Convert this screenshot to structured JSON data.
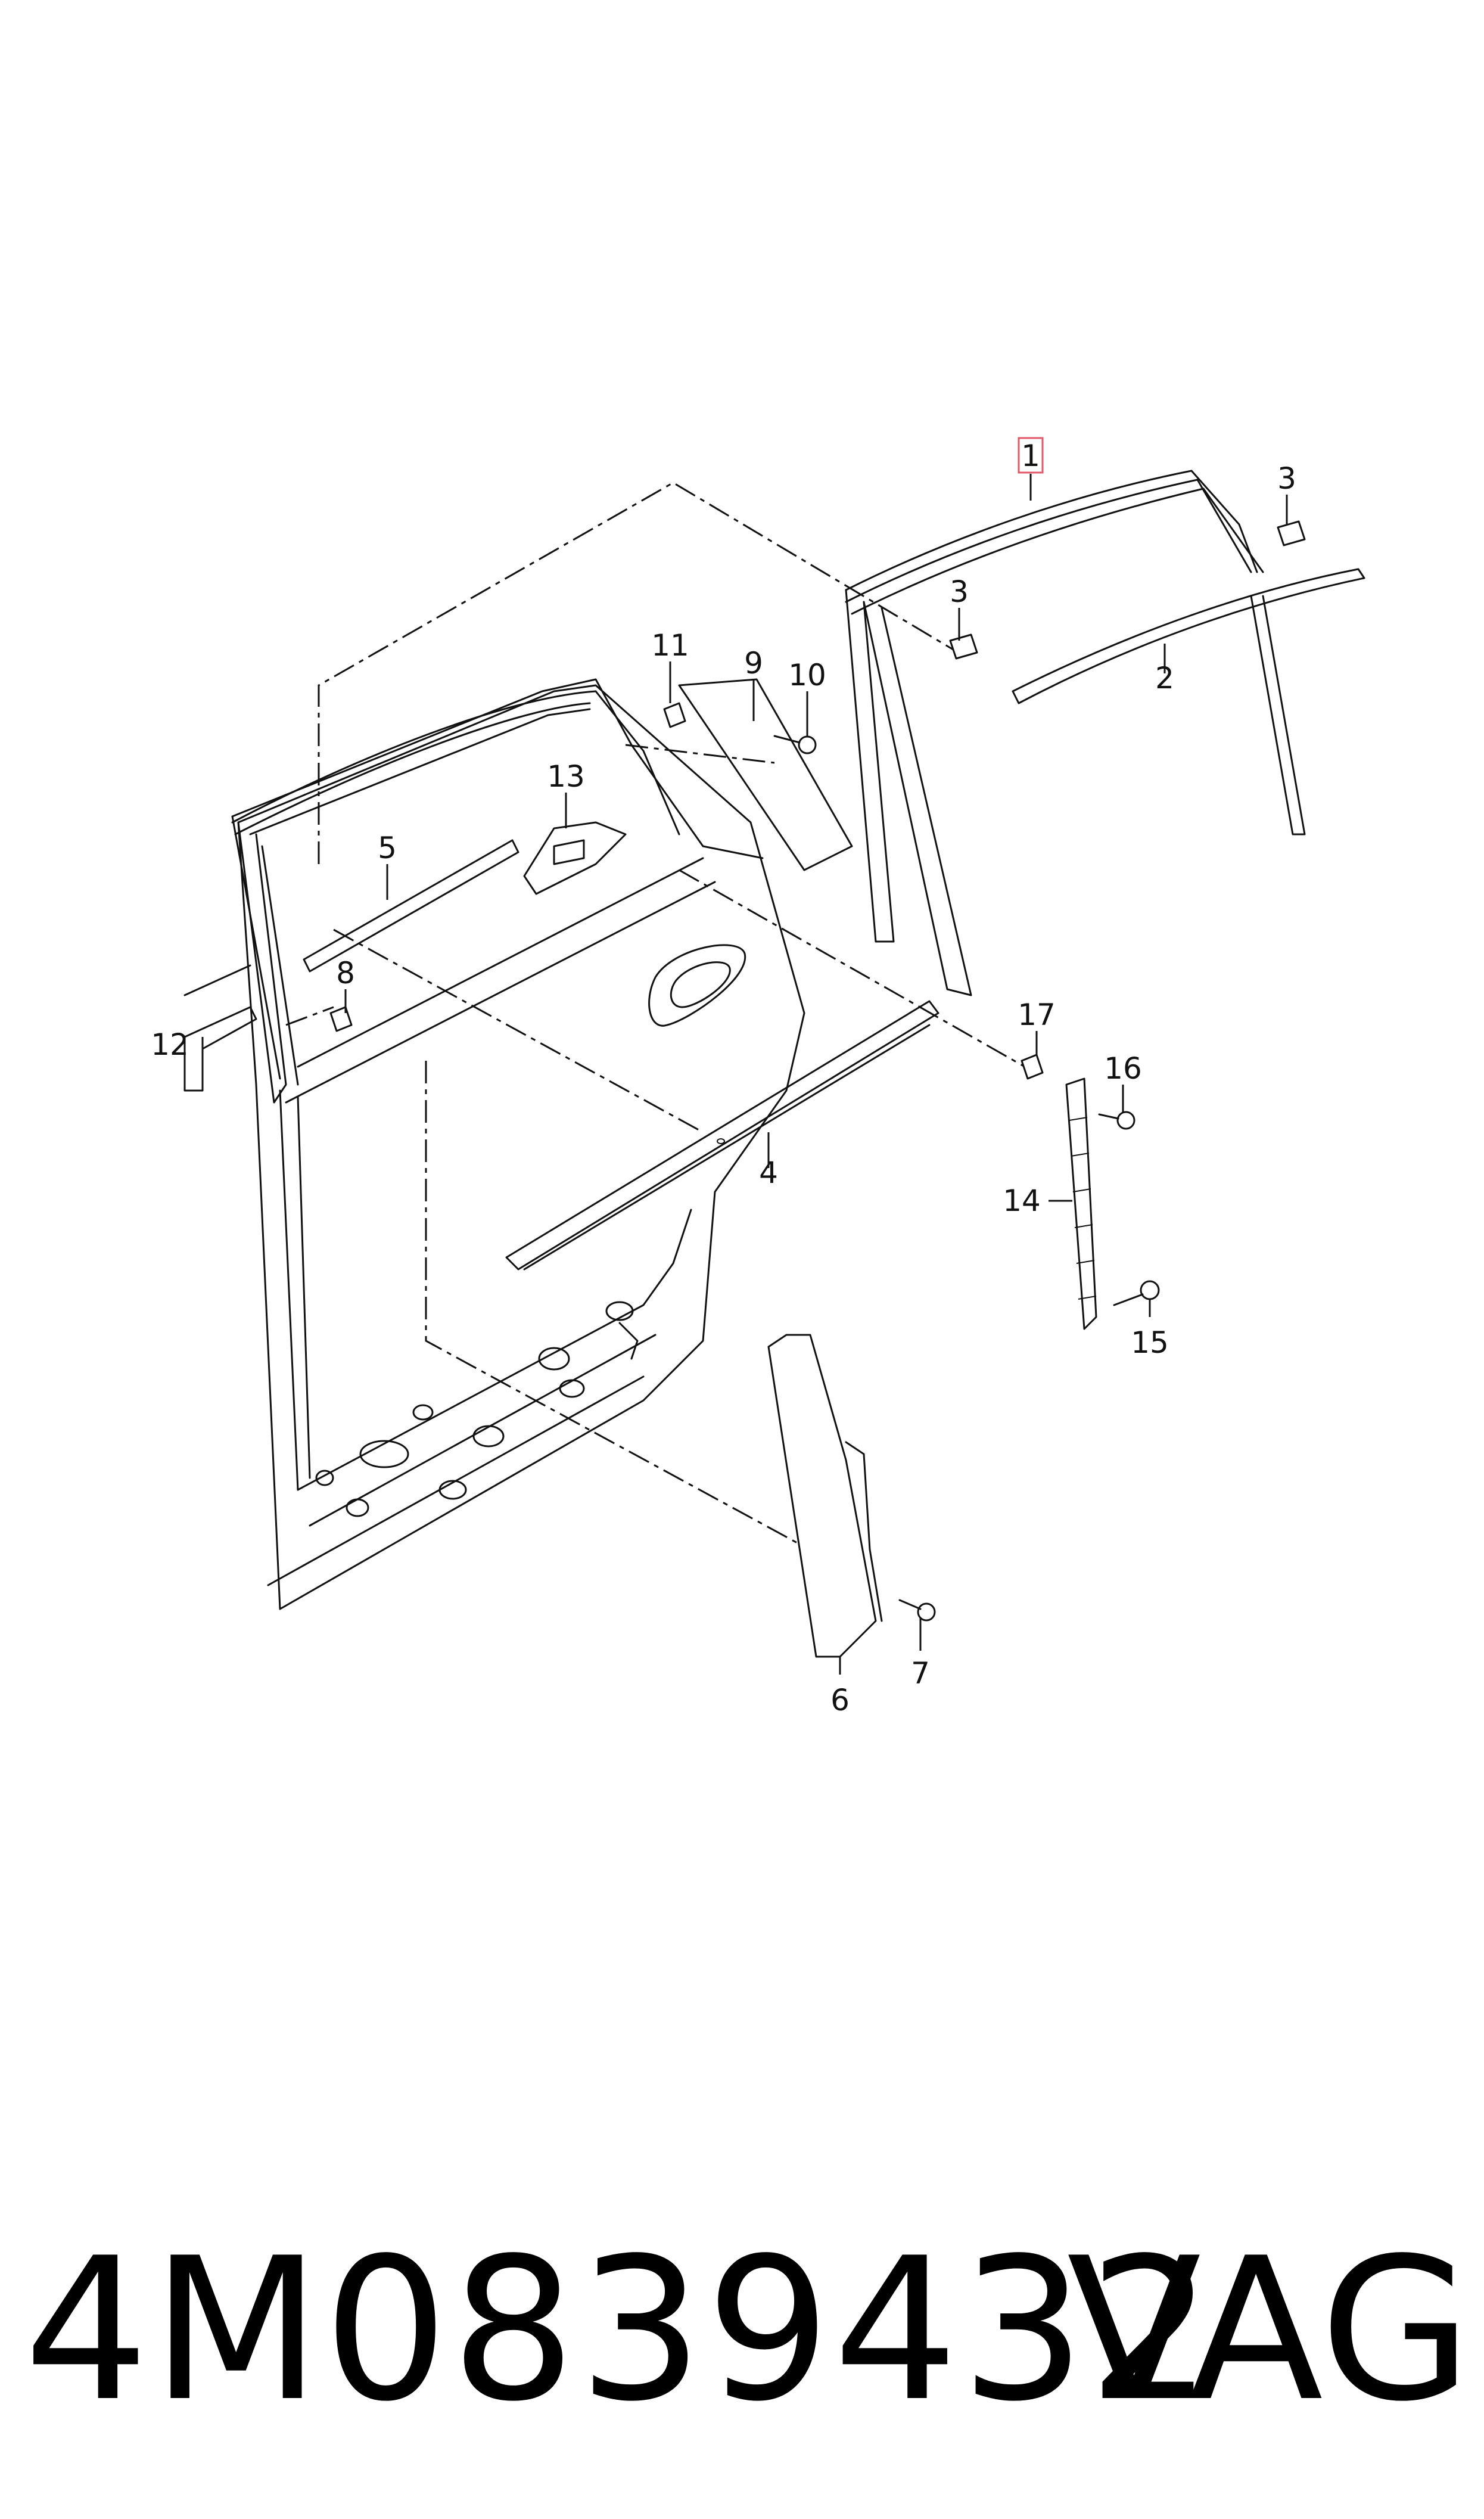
{
  "callouts": {
    "c1": "1",
    "c2": "2",
    "c3a": "3",
    "c3b": "3",
    "c4": "4",
    "c5": "5",
    "c6": "6",
    "c7": "7",
    "c8": "8",
    "c9": "9",
    "c10": "10",
    "c11": "11",
    "c12": "12",
    "c13": "13",
    "c14": "14",
    "c15": "15",
    "c16": "16",
    "c17": "17"
  },
  "highlighted_callout": "1",
  "colors": {
    "line": "#111111",
    "highlight": "#e05a6a",
    "background": "#ffffff"
  },
  "footer": {
    "part_number": "4M0839432",
    "brand": "VAG"
  }
}
